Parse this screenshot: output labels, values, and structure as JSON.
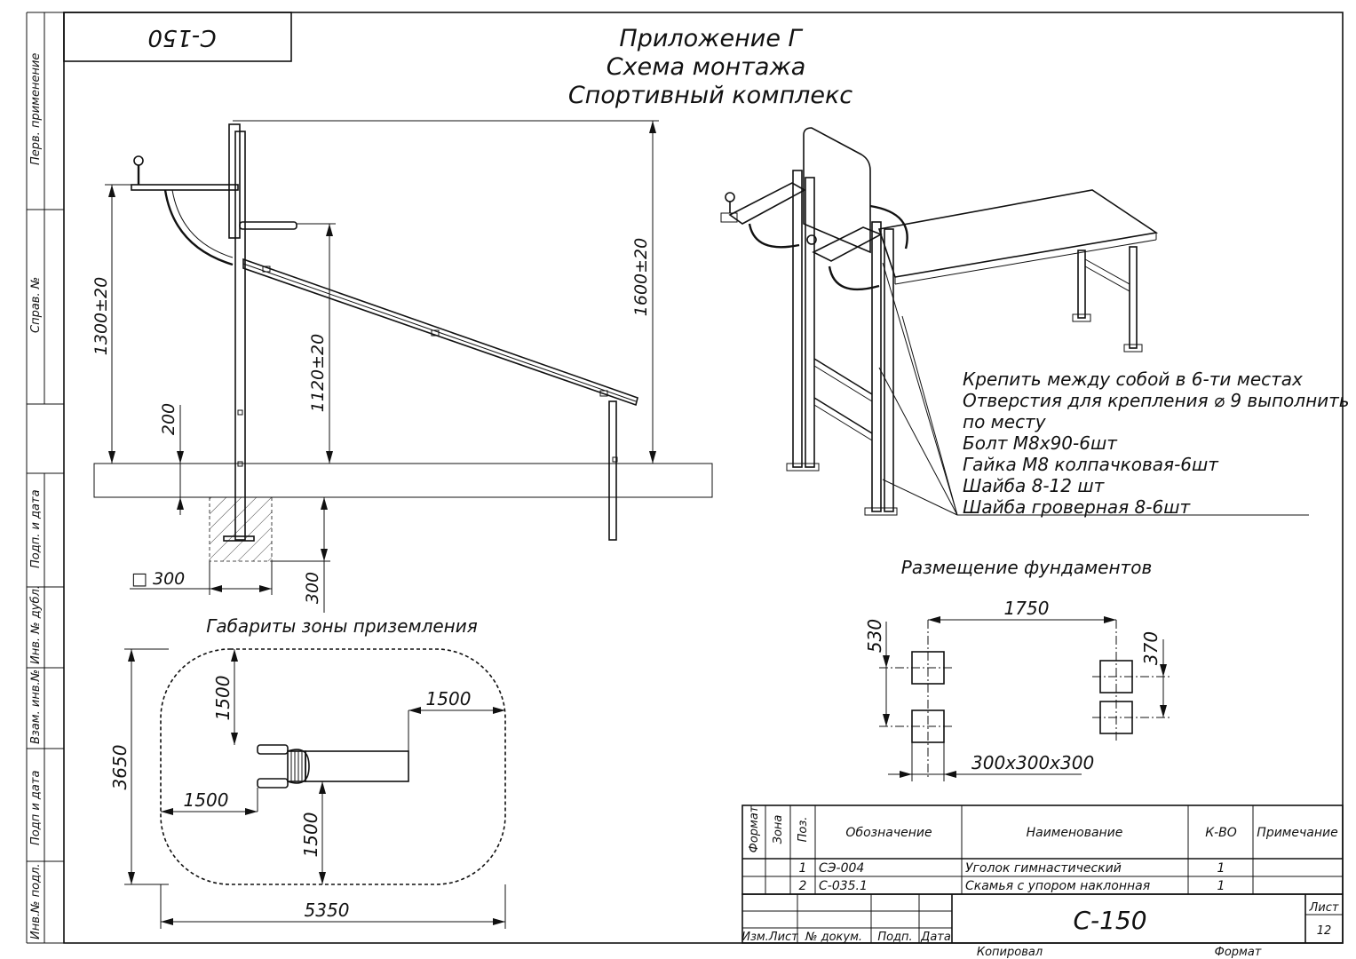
{
  "frame": {
    "side_labels": [
      "Перв. применение",
      "Справ. №",
      "Подп. и дата",
      "Инв. № дубл.",
      "Взам. инв.№",
      "Подп и дата",
      "Инв.№ подл."
    ],
    "top_stamp": "С-150"
  },
  "header": {
    "line1": "Приложение Г",
    "line2": "Схема монтажа",
    "line3": "Спортивный комплекс"
  },
  "side_view": {
    "dim_1600": "1600±20",
    "dim_1300": "1300±20",
    "dim_1120": "1120±20",
    "dim_200": "200",
    "dim_300_v": "300",
    "dim_300_sq": "□ 300"
  },
  "notes": [
    "Крепить между собой в 6-ти местах",
    "Отверстия для крепления ⌀ 9 выполнить",
    "по месту",
    "Болт М8х90-6шт",
    "Гайка М8 колпачковая-6шт",
    "Шайба 8-12 шт",
    "Шайба гроверная 8-6шт"
  ],
  "foundations": {
    "title": "Размещение фундаментов",
    "dim_1750": "1750",
    "dim_530": "530",
    "dim_370": "370",
    "dim_size": "300х300х300"
  },
  "landing_zone": {
    "title": "Габариты зоны приземления",
    "dim_1500_top": "1500",
    "dim_1500_right": "1500",
    "dim_1500_left": "1500",
    "dim_1500_bottom": "1500",
    "dim_3650": "3650",
    "dim_5350": "5350"
  },
  "spec_table": {
    "headers": [
      "Формат",
      "Зона",
      "Поз.",
      "Обозначение",
      "Наименование",
      "К-ВО",
      "Примечание"
    ],
    "rows": [
      {
        "pos": "1",
        "designation": "СЭ-004",
        "name": "Уголок гимнастический",
        "qty": "1"
      },
      {
        "pos": "2",
        "designation": "С-035.1",
        "name": "Скамья с упором наклонная",
        "qty": "1"
      }
    ]
  },
  "title_block": {
    "doc_code": "С-150",
    "izm_list": "Изм.Лист",
    "n_dokum": "№ докум.",
    "podp": "Подп.",
    "data": "Дата",
    "list_label": "Лист",
    "list_num": "12",
    "copied": "Копировал",
    "format": "Формат"
  }
}
